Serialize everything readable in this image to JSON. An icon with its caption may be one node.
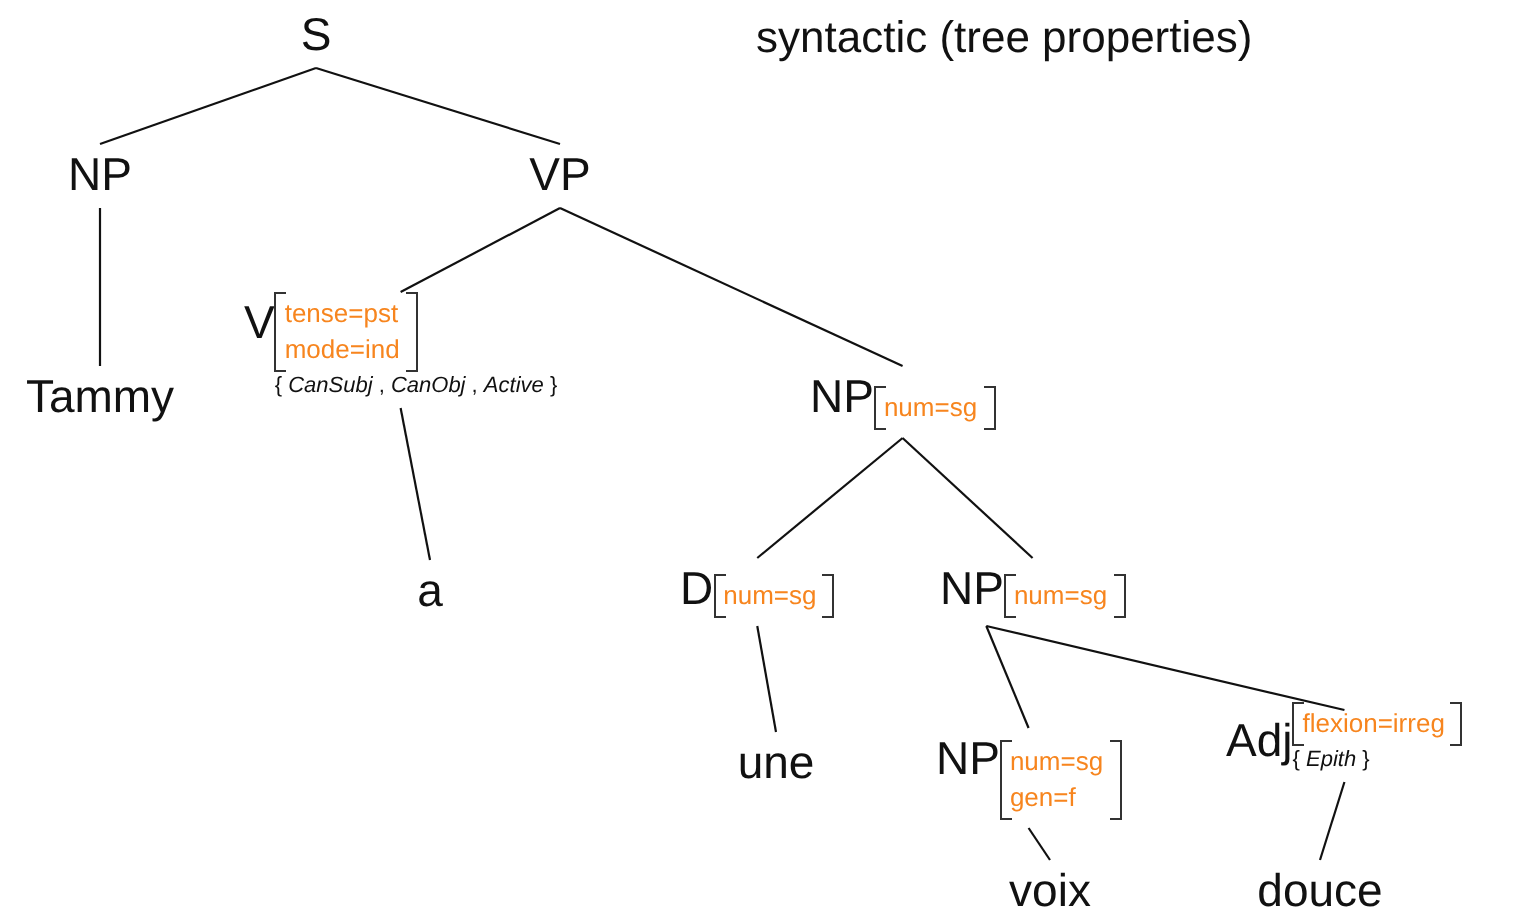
{
  "diagram": {
    "nodes": [
      {
        "text": [
          "S"
        ]
      },
      {
        "text": [
          "NP"
        ]
      },
      {
        "text": [
          "VP"
        ]
      },
      {
        "text": [
          "Tammy"
        ]
      },
      {
        "text": [
          "V",
          "tense=pst",
          "mode=ind",
          "{ *CanSubj* , *CanObj* , *Active* }"
        ]
      },
      {
        "text": [
          "a"
        ]
      },
      {
        "text": [
          "NP",
          "num=sg"
        ]
      },
      {
        "text": [
          "D",
          "num=sg"
        ]
      },
      {
        "text": [
          "NP",
          "num=sg"
        ]
      },
      {
        "text": [
          "une"
        ]
      },
      {
        "text": [
          "NP",
          "num=sg",
          "gen=f"
        ]
      },
      {
        "text": [
          "Adj",
          "flexion=irreg",
          "{ *Epith* }"
        ]
      },
      {
        "text": [
          "voix"
        ]
      },
      {
        "text": [
          "douce"
        ]
      }
    ],
    "edges": [
      {
        "from": 0,
        "to": 1,
        "arrow": "none"
      },
      {
        "from": 0,
        "to": 2,
        "arrow": "none"
      },
      {
        "from": 1,
        "to": 3,
        "arrow": "none"
      },
      {
        "from": 2,
        "to": 4,
        "arrow": "none"
      },
      {
        "from": 2,
        "to": 6,
        "arrow": "none"
      },
      {
        "from": 4,
        "to": 5,
        "arrow": "none"
      },
      {
        "from": 6,
        "to": 7,
        "arrow": "none"
      },
      {
        "from": 6,
        "to": 8,
        "arrow": "none"
      },
      {
        "from": 7,
        "to": 9,
        "arrow": "none"
      },
      {
        "from": 8,
        "to": 10,
        "arrow": "none"
      },
      {
        "from": 8,
        "to": 11,
        "arrow": "none"
      },
      {
        "from": 10,
        "to": 12,
        "arrow": "none"
      },
      {
        "from": 11,
        "to": 13,
        "arrow": "none"
      }
    ],
    "labels": [
      "syntactic (tree properties)"
    ]
  }
}
